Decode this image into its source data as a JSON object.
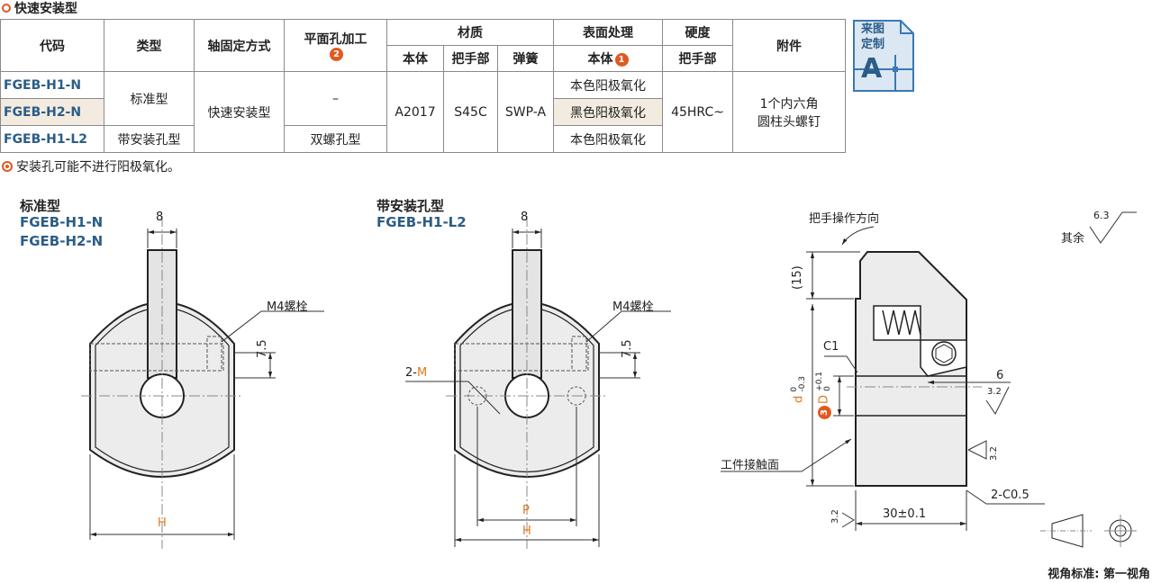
{
  "title": "快速安装型",
  "table": {
    "headers_row1": [
      "代码",
      "类型",
      "轴固定方式",
      "平面孔加工",
      "材质",
      "表面处理",
      "硬度",
      "附件"
    ],
    "plane_hole_badge": "2",
    "headers_row2": [
      "本体",
      "把手部",
      "弹簧",
      "本体",
      "把手部"
    ],
    "surface_badge": "1",
    "codes": [
      "FGEB-H1-N",
      "FGEB-H2-N",
      "FGEB-H1-L2"
    ],
    "type_standard": "标准型",
    "type_mount": "带安装孔型",
    "fix_method": "快速安装型",
    "plane_dash": "–",
    "plane_double": "双螺孔型",
    "body_material": "A2017",
    "handle_material": "S45C",
    "spring_material": "SWP-A",
    "surface": [
      "本色阳极氧化",
      "黑色阳极氧化",
      "本色阳极氧化"
    ],
    "hardness": "45HRC~",
    "accessory_line1": "1个内六角",
    "accessory_line2": "圆柱头螺钉"
  },
  "custom_badge": {
    "line1": "来图",
    "line2": "定制",
    "letter": "A"
  },
  "note": "安装孔可能不进行阳极氧化。",
  "drawing1": {
    "title": "标准型",
    "codes": [
      "FGEB-H1-N",
      "FGEB-H2-N"
    ],
    "dim_width": "8",
    "bolt": "M4螺栓",
    "dim_75": "7.5",
    "H": "H"
  },
  "drawing2": {
    "title": "带安装孔型",
    "codes": [
      "FGEB-H1-L2"
    ],
    "dim_width": "8",
    "bolt": "M4螺栓",
    "dim_75": "7.5",
    "holes_prefix": "2-",
    "holes_M": "M",
    "P": "P",
    "H": "H"
  },
  "drawing3": {
    "direction": "把手操作方向",
    "dim_15": "(15)",
    "c1": "C1",
    "d_label": "d",
    "d_tol_upper": "0",
    "d_tol_lower": "-0.3",
    "D_badge": "3",
    "D_label": "D",
    "D_tol_upper": "+0.1",
    "D_tol_lower": "0",
    "dim_6": "6",
    "rough_32": "3.2",
    "contact": "工件接触面",
    "chamfer": "2-C0.5",
    "width": "30±0.1"
  },
  "roughness_rest": {
    "label": "其余",
    "value": "6.3"
  },
  "view_standard": "视角标准: 第一视角"
}
